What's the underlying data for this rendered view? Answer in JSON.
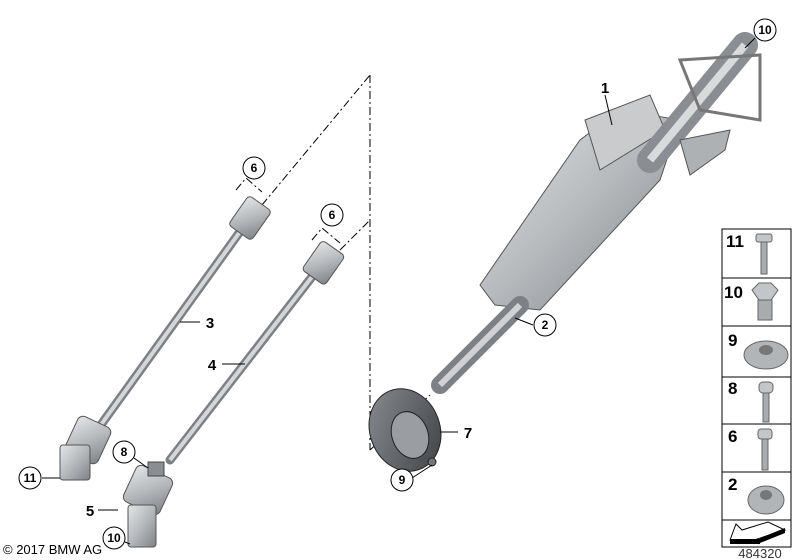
{
  "diagram": {
    "copyright": "© 2017 BMW AG",
    "diagram_number": "484320",
    "callouts": [
      {
        "id": "c10-top",
        "text": "10",
        "circled": true
      },
      {
        "id": "c1",
        "text": "1",
        "circled": false
      },
      {
        "id": "c2",
        "text": "2",
        "circled": true
      },
      {
        "id": "c6a",
        "text": "6",
        "circled": true
      },
      {
        "id": "c6b",
        "text": "6",
        "circled": true
      },
      {
        "id": "c3",
        "text": "3",
        "circled": false
      },
      {
        "id": "c4",
        "text": "4",
        "circled": false
      },
      {
        "id": "c7",
        "text": "7",
        "circled": false
      },
      {
        "id": "c9",
        "text": "9",
        "circled": true
      },
      {
        "id": "c11",
        "text": "11",
        "circled": true
      },
      {
        "id": "c8",
        "text": "8",
        "circled": true
      },
      {
        "id": "c5",
        "text": "5",
        "circled": false
      },
      {
        "id": "c10-bottom",
        "text": "10",
        "circled": true
      }
    ],
    "hardware_panel": [
      {
        "number": "11",
        "part": "bolt"
      },
      {
        "number": "10",
        "part": "flange-bolt"
      },
      {
        "number": "9",
        "part": "flange-nut"
      },
      {
        "number": "8",
        "part": "socket-bolt"
      },
      {
        "number": "6",
        "part": "bolt"
      },
      {
        "number": "2",
        "part": "flange-nut"
      }
    ],
    "colors": {
      "part_fill": "#b9bcbf",
      "part_dark": "#6e7276",
      "part_light": "#dcdee0",
      "line": "#000000"
    }
  }
}
